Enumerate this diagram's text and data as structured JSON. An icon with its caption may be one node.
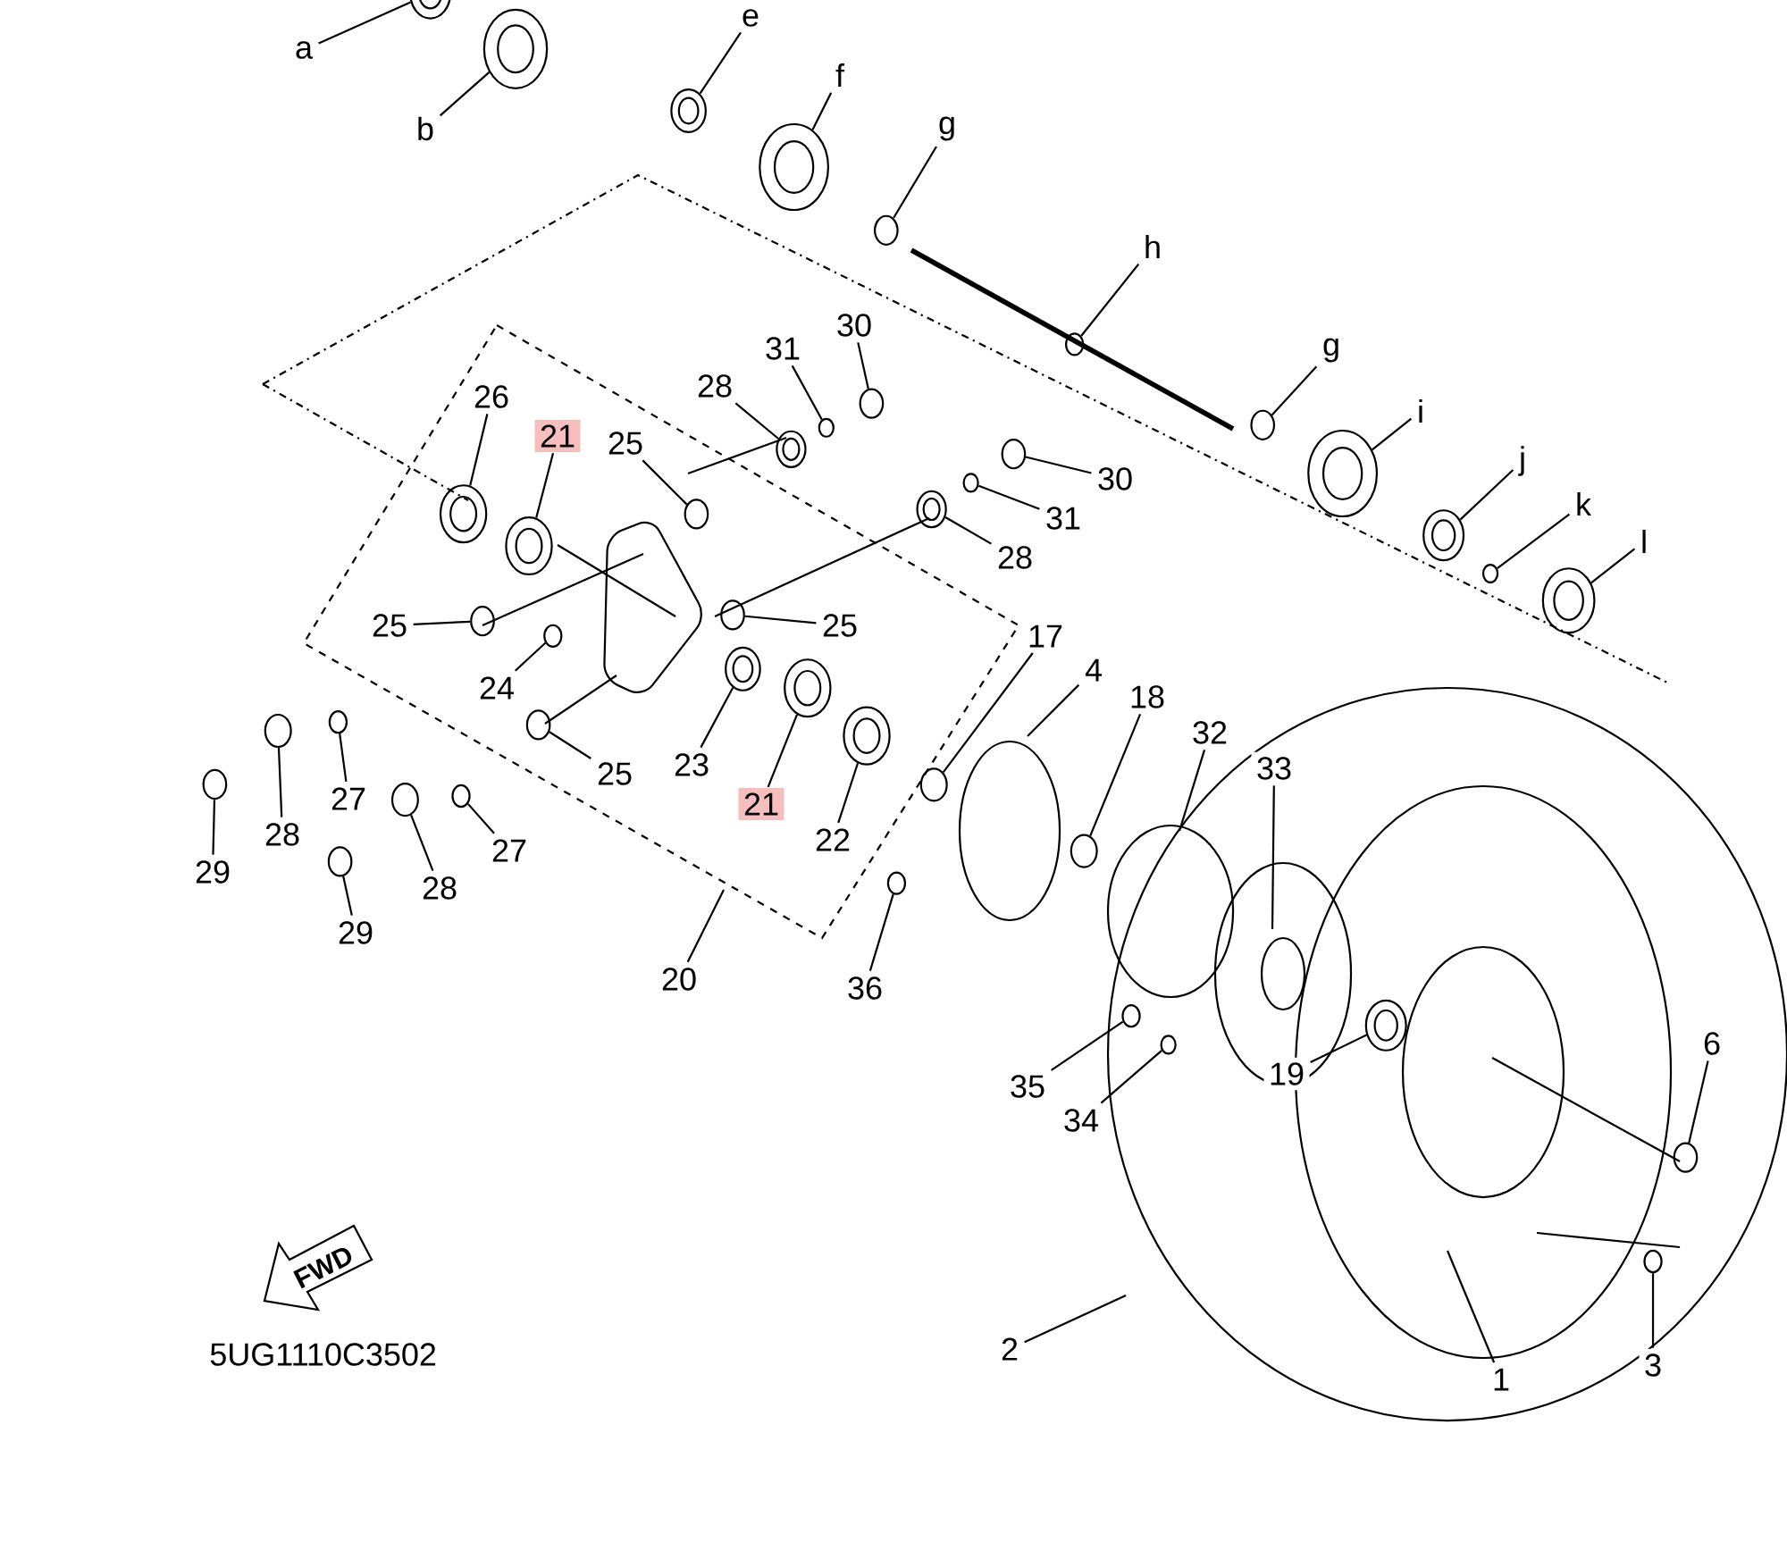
{
  "diagram": {
    "nodes": [
      {
        "text": [
          "a"
        ]
      },
      {
        "text": [
          "b"
        ]
      },
      {
        "text": [
          "e"
        ]
      },
      {
        "text": [
          "f"
        ]
      },
      {
        "text": [
          "g"
        ]
      },
      {
        "text": [
          "h"
        ]
      },
      {
        "text": [
          "g"
        ]
      },
      {
        "text": [
          "i"
        ]
      },
      {
        "text": [
          "j"
        ]
      },
      {
        "text": [
          "k"
        ]
      },
      {
        "text": [
          "l"
        ]
      },
      {
        "text": [
          "26"
        ]
      },
      {
        "text": [
          "21"
        ]
      },
      {
        "text": [
          "25"
        ]
      },
      {
        "text": [
          "28"
        ]
      },
      {
        "text": [
          "31"
        ]
      },
      {
        "text": [
          "30"
        ]
      },
      {
        "text": [
          "30"
        ]
      },
      {
        "text": [
          "31"
        ]
      },
      {
        "text": [
          "28"
        ]
      },
      {
        "text": [
          "25"
        ]
      },
      {
        "text": [
          "25"
        ]
      },
      {
        "text": [
          "24"
        ]
      },
      {
        "text": [
          "17"
        ]
      },
      {
        "text": [
          "4"
        ]
      },
      {
        "text": [
          "18"
        ]
      },
      {
        "text": [
          "32"
        ]
      },
      {
        "text": [
          "33"
        ]
      },
      {
        "text": [
          "23"
        ]
      },
      {
        "text": [
          "21"
        ]
      },
      {
        "text": [
          "22"
        ]
      },
      {
        "text": [
          "27"
        ]
      },
      {
        "text": [
          "28"
        ]
      },
      {
        "text": [
          "29"
        ]
      },
      {
        "text": [
          "25"
        ]
      },
      {
        "text": [
          "27"
        ]
      },
      {
        "text": [
          "28"
        ]
      },
      {
        "text": [
          "29"
        ]
      },
      {
        "text": [
          "20"
        ]
      },
      {
        "text": [
          "36"
        ]
      },
      {
        "text": [
          "35"
        ]
      },
      {
        "text": [
          "34"
        ]
      },
      {
        "text": [
          "19"
        ]
      },
      {
        "text": [
          "6"
        ]
      },
      {
        "text": [
          "2"
        ]
      },
      {
        "text": [
          "1"
        ]
      },
      {
        "text": [
          "3"
        ]
      },
      {
        "text": [],
        "shape": "circle"
      },
      {
        "text": [],
        "shape": "circle"
      },
      {
        "text": [],
        "shape": "circle"
      },
      {
        "text": [],
        "shape": "circle"
      },
      {
        "text": [],
        "shape": "circle"
      },
      {
        "text": [],
        "shape": "circle"
      },
      {
        "text": [],
        "shape": "circle"
      },
      {
        "text": [],
        "shape": "circle"
      },
      {
        "text": [],
        "shape": "circle"
      },
      {
        "text": [],
        "shape": "circle"
      },
      {
        "text": [],
        "shape": "circle"
      },
      {
        "text": [],
        "shape": "circle"
      },
      {
        "text": [],
        "shape": "circle"
      },
      {
        "text": [],
        "shape": "circle"
      },
      {
        "text": [],
        "shape": "circle"
      },
      {
        "text": [],
        "shape": "circle"
      },
      {
        "text": [],
        "shape": "circle"
      },
      {
        "text": [],
        "shape": "circle"
      },
      {
        "text": [],
        "shape": "circle"
      },
      {
        "text": [],
        "shape": "circle"
      },
      {
        "text": [],
        "shape": "circle"
      },
      {
        "text": [],
        "shape": "circle"
      },
      {
        "text": [],
        "shape": "circle"
      },
      {
        "text": [],
        "shape": "circle"
      },
      {
        "text": [],
        "shape": "circle"
      },
      {
        "text": [],
        "shape": "circle"
      },
      {
        "text": [],
        "shape": "circle"
      },
      {
        "text": [],
        "shape": "circle"
      },
      {
        "text": [],
        "shape": "circle"
      },
      {
        "text": [],
        "shape": "circle"
      },
      {
        "text": [],
        "shape": "circle"
      },
      {
        "text": [],
        "shape": "circle"
      },
      {
        "text": [],
        "shape": "circle"
      },
      {
        "text": [],
        "shape": "circle"
      },
      {
        "text": [],
        "shape": "circle"
      },
      {
        "text": [],
        "shape": "circle"
      },
      {
        "text": [],
        "shape": "circle"
      },
      {
        "text": [],
        "shape": "circle"
      },
      {
        "text": [],
        "shape": "circle"
      },
      {
        "text": [],
        "shape": "circle"
      },
      {
        "text": [],
        "shape": "circle"
      }
    ],
    "edges": [
      {
        "from": 0,
        "to": 47,
        "arrow": "none"
      },
      {
        "from": 1,
        "to": 48,
        "arrow": "none"
      },
      {
        "from": 2,
        "to": 49,
        "arrow": "none"
      },
      {
        "from": 3,
        "to": 50,
        "arrow": "none"
      },
      {
        "from": 4,
        "to": 51,
        "arrow": "none"
      },
      {
        "from": 5,
        "to": 52,
        "arrow": "none"
      },
      {
        "from": 6,
        "to": 53,
        "arrow": "none"
      },
      {
        "from": 7,
        "to": 54,
        "arrow": "none"
      },
      {
        "from": 8,
        "to": 55,
        "arrow": "none"
      },
      {
        "from": 9,
        "to": 56,
        "arrow": "none"
      },
      {
        "from": 10,
        "to": 57,
        "arrow": "none"
      },
      {
        "from": 11,
        "to": 58,
        "arrow": "none"
      },
      {
        "from": 12,
        "to": 59,
        "arrow": "none"
      },
      {
        "from": 13,
        "to": 60,
        "arrow": "none"
      },
      {
        "from": 14,
        "to": 61,
        "arrow": "none"
      },
      {
        "from": 15,
        "to": 62,
        "arrow": "none"
      },
      {
        "from": 16,
        "to": 63,
        "arrow": "none"
      },
      {
        "from": 17,
        "to": 64,
        "arrow": "none"
      },
      {
        "from": 18,
        "to": 65,
        "arrow": "none"
      },
      {
        "from": 19,
        "to": 66,
        "arrow": "none"
      },
      {
        "from": 20,
        "to": 67,
        "arrow": "none"
      },
      {
        "from": 21,
        "to": 68,
        "arrow": "none"
      },
      {
        "from": 22,
        "to": 69,
        "arrow": "none"
      },
      {
        "from": 23,
        "to": 70,
        "arrow": "none"
      },
      {
        "from": 24,
        "to": null,
        "arrow": "none"
      },
      {
        "from": 25,
        "to": 71,
        "arrow": "none"
      },
      {
        "from": 26,
        "to": null,
        "arrow": "none"
      },
      {
        "from": 27,
        "to": null,
        "arrow": "none"
      },
      {
        "from": 28,
        "to": 72,
        "arrow": "none"
      },
      {
        "from": 29,
        "to": 73,
        "arrow": "none"
      },
      {
        "from": 30,
        "to": 74,
        "arrow": "none"
      },
      {
        "from": 31,
        "to": 75,
        "arrow": "none"
      },
      {
        "from": 32,
        "to": 76,
        "arrow": "none"
      },
      {
        "from": 33,
        "to": 77,
        "arrow": "none"
      },
      {
        "from": 34,
        "to": 78,
        "arrow": "none"
      },
      {
        "from": 35,
        "to": 79,
        "arrow": "none"
      },
      {
        "from": 36,
        "to": 80,
        "arrow": "none"
      },
      {
        "from": 37,
        "to": 81,
        "arrow": "none"
      },
      {
        "from": 38,
        "to": null,
        "arrow": "none"
      },
      {
        "from": 39,
        "to": 82,
        "arrow": "none"
      },
      {
        "from": 40,
        "to": 83,
        "arrow": "none"
      },
      {
        "from": 41,
        "to": 84,
        "arrow": "none"
      },
      {
        "from": 42,
        "to": 85,
        "arrow": "none"
      },
      {
        "from": 43,
        "to": 86,
        "arrow": "none"
      },
      {
        "from": 44,
        "to": null,
        "arrow": "none"
      },
      {
        "from": 45,
        "to": null,
        "arrow": "none"
      },
      {
        "from": 46,
        "to": 87,
        "arrow": "none"
      }
    ],
    "labels": [
      "FWD",
      "5UG1110C3502"
    ]
  }
}
